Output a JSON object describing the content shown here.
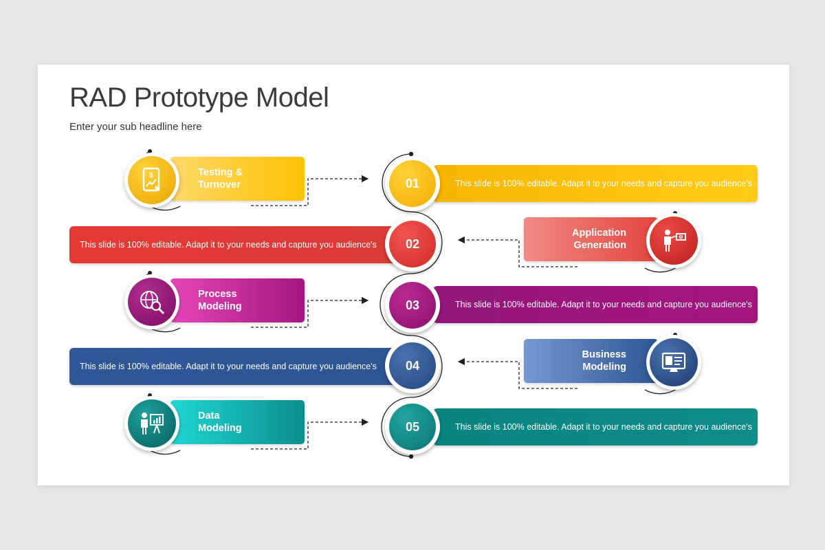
{
  "slide": {
    "title": "RAD Prototype Model",
    "subtitle": "Enter your sub headline here"
  },
  "steps": [
    {
      "number": "01",
      "description": "This slide is 100% editable. Adapt it to your needs and capture you audience's",
      "label_line1": "Testing &",
      "label_line2": "Turnover",
      "icon": "tablet-dollar-chart-icon",
      "color": "#fbc000"
    },
    {
      "number": "02",
      "description": "This slide is 100% editable. Adapt it to your needs and capture you audience's",
      "label_line1": "Application",
      "label_line2": "Generation",
      "icon": "presenter-screen-icon",
      "color": "#e03a36"
    },
    {
      "number": "03",
      "description": "This slide is 100% editable. Adapt it to your needs and capture you audience's",
      "label_line1": "Process",
      "label_line2": "Modeling",
      "icon": "globe-search-icon",
      "color": "#a0157e"
    },
    {
      "number": "04",
      "description": "This slide is 100% editable. Adapt it to your needs and capture you audience's",
      "label_line1": "Business",
      "label_line2": "Modeling",
      "icon": "monitor-profile-icon",
      "color": "#2d5694"
    },
    {
      "number": "05",
      "description": "This slide is 100% editable. Adapt it to your needs and capture you audience's",
      "label_line1": "Data",
      "label_line2": "Modeling",
      "icon": "presenter-chart-icon",
      "color": "#0e8a88"
    }
  ]
}
